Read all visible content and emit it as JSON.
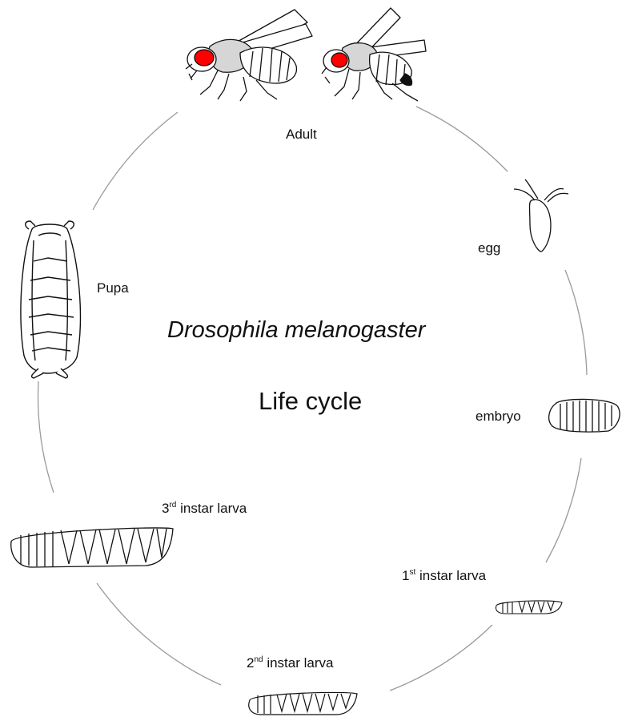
{
  "diagram": {
    "title": "Drosophila melanogaster",
    "subtitle": "Life cycle",
    "stages": {
      "adult": "Adult",
      "egg": "egg",
      "embryo": "embryo",
      "first_larva": {
        "num": "1",
        "sup": "st",
        "text": " instar larva"
      },
      "second_larva": {
        "num": "2",
        "sup": "nd",
        "text": " instar larva"
      },
      "third_larva": {
        "num": "3",
        "sup": "rd",
        "text": " instar larva"
      },
      "pupa": "Pupa"
    },
    "colors": {
      "eye": "#ff0000",
      "line": "#9a9a9a",
      "outline": "#111111",
      "body_shade": "#d8d8d8"
    }
  }
}
